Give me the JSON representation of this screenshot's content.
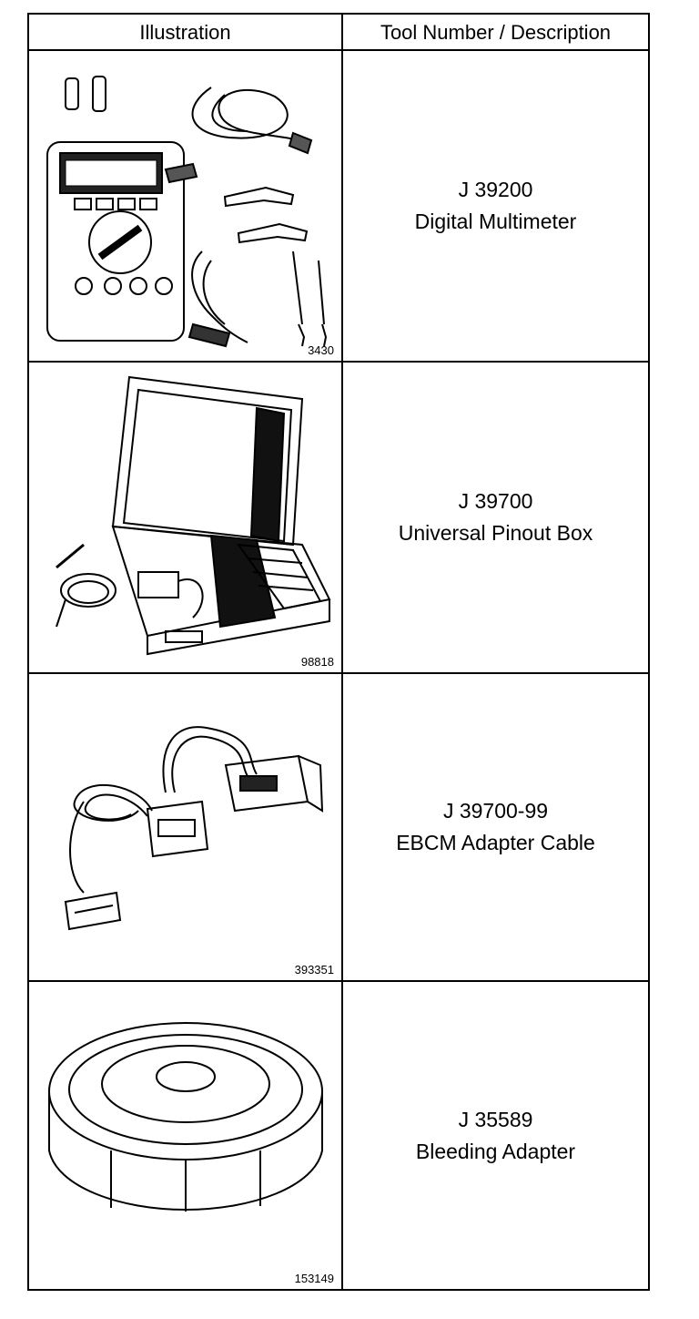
{
  "table": {
    "headers": {
      "illustration": "Illustration",
      "tool": "Tool Number / Description"
    },
    "rows": [
      {
        "number": "J 39200",
        "description": "Digital Multimeter",
        "figure": "3430"
      },
      {
        "number": "J 39700",
        "description": "Universal Pinout Box",
        "figure": "98818"
      },
      {
        "number": "J 39700-99",
        "description": "EBCM Adapter Cable",
        "figure": "393351"
      },
      {
        "number": "J 35589",
        "description": "Bleeding Adapter",
        "figure": "153149"
      }
    ]
  }
}
